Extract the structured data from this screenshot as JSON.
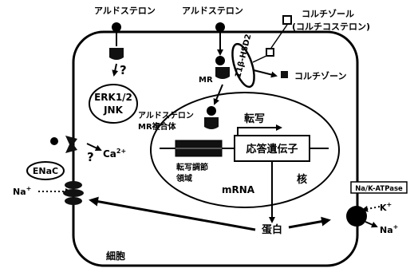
{
  "diagram": {
    "labels": {
      "aldo_1": "アルドステロン",
      "aldo_2": "アルドステロン",
      "cortisol_1": "コルチゾール",
      "cortisol_2": "(コルチコステロン)",
      "cortisone": "コルチゾーン",
      "hsd": "11β-HSD2",
      "mr": "MR",
      "q1": "?",
      "erk": "ERK1/2",
      "jnk": "JNK",
      "complex_1": "アルドステロン",
      "complex_2": "MR複合体",
      "transcription": "転写",
      "response_gene": "応答遺伝子",
      "tr_region_1": "転写調節",
      "tr_region_2": "領域",
      "mrna": "mRNA",
      "nucleus": "核",
      "q2": "?",
      "ca": "Ca",
      "ca_sup": "2+",
      "enac": "ENaC",
      "na_left": "Na",
      "na_left_sup": "+",
      "nak": "Na/K-ATPase",
      "k": "K",
      "k_sup": "+",
      "na_right": "Na",
      "na_right_sup": "+",
      "protein": "蛋白",
      "cell": "細胞"
    },
    "colors": {
      "ink": "#000000",
      "fill_dark": "#111111",
      "background": "#ffffff"
    }
  }
}
